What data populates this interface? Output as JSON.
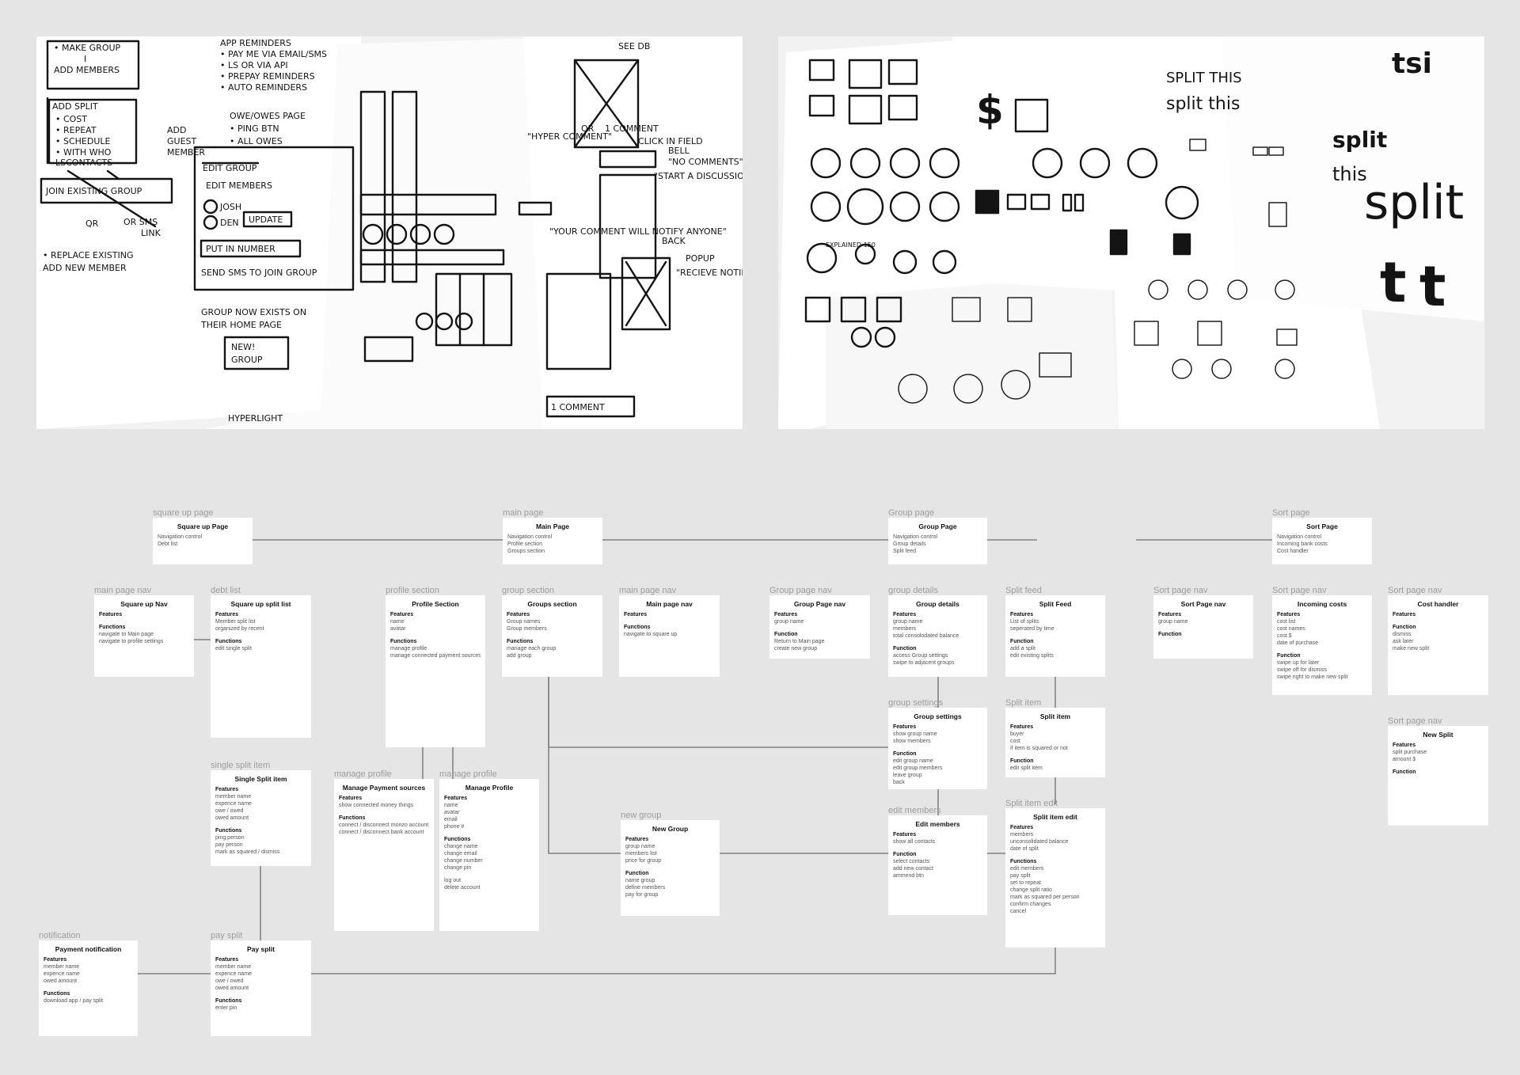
{
  "sketches": {
    "wireframes": {
      "notes": [
        "• MAKE GROUP",
        "I",
        "ADD MEMBERS",
        "APP REMINDERS",
        "• PAY ME VIA EMAIL/SMS",
        "• LS OR VIA API",
        "• PREPAY REMINDERS",
        "• AUTO REMINDERS",
        "ADD SPLIT",
        "• COST",
        "• REPEAT",
        "• SCHEDULE",
        "• WITH WHO",
        "LSCONTACTS",
        "ADD",
        "GUEST",
        "MEMBER",
        "OWE/OWES PAGE",
        "• PING BTN",
        "• ALL OWES",
        "JOIN EXISTING GROUP",
        "QR",
        "OR SMS",
        "LINK",
        "• REPLACE EXISTING",
        "ADD NEW MEMBER",
        "EDIT GROUP",
        "EDIT MEMBERS",
        "JOSH",
        "DEN",
        "UPDATE",
        "PUT IN NUMBER",
        "SEND SMS TO JOIN GROUP",
        "GROUP NOW EXISTS ON",
        "THEIR HOME PAGE",
        "NEW!",
        "GROUP",
        "HYPERLIGHT",
        "SEE DB",
        "\"HYPER COMMENT\"",
        "OR",
        "1 COMMENT",
        "CLICK IN FIELD",
        "BELL",
        "\"NO COMMENTS\"",
        "\"START A DISCUSSION OR GIVE FEEDBACK\"",
        "\"YOUR COMMENT WILL NOTIFY ANYONE\"",
        "BACK",
        "POPUP",
        "\"RECIEVE NOTIFICATIONS WHEN ANYONE COMMENTS ON THIS\"",
        "1 COMMENT"
      ]
    },
    "logos": {
      "notes": [
        "SPLIT THIS",
        "split this",
        "tsi",
        "split",
        "this",
        "split",
        "EXPLAINED 150"
      ]
    }
  },
  "sitemap": {
    "nodes": [
      {
        "id": "square_up_page",
        "label": "square up page",
        "title": "Square up Page",
        "lines": [
          "Navigation control",
          "Debt list"
        ]
      },
      {
        "id": "main_page",
        "label": "main page",
        "title": "Main Page",
        "lines": [
          "Navigation control",
          "Profile section",
          "Groups section"
        ]
      },
      {
        "id": "group_page",
        "label": "Group page",
        "title": "Group Page",
        "lines": [
          "Navigation control",
          "Group details",
          "Split feed"
        ]
      },
      {
        "id": "sort_page",
        "label": "Sort page",
        "title": "Sort Page",
        "lines": [
          "Navigation control",
          "Incoming bank costs",
          "Cost handler"
        ]
      },
      {
        "id": "square_up_nav",
        "label": "main page nav",
        "title": "Square up Nav",
        "sections": [
          {
            "h": "Features",
            "items": []
          },
          {
            "h": "Functions",
            "items": [
              "navigate to Main page",
              "navigate to profile settings"
            ]
          }
        ]
      },
      {
        "id": "square_up_split_list",
        "label": "debt list",
        "title": "Square up split list",
        "sections": [
          {
            "h": "Features",
            "items": [
              "Member split list",
              "organized by recent"
            ]
          },
          {
            "h": "Functions",
            "items": [
              "edit single split"
            ]
          }
        ]
      },
      {
        "id": "profile_section",
        "label": "profile section",
        "title": "Profile Section",
        "sections": [
          {
            "h": "Features",
            "items": [
              "name",
              "avatar"
            ]
          },
          {
            "h": "Functions",
            "items": [
              "manage profile",
              "manage connected payment sources"
            ]
          }
        ]
      },
      {
        "id": "groups_section",
        "label": "group section",
        "title": "Groups section",
        "sections": [
          {
            "h": "Features",
            "items": [
              "Group names",
              "Group members"
            ]
          },
          {
            "h": "Functions",
            "items": [
              "manage each group",
              "add group"
            ]
          }
        ]
      },
      {
        "id": "main_page_nav",
        "label": "main page nav",
        "title": "Main page nav",
        "sections": [
          {
            "h": "Features",
            "items": []
          },
          {
            "h": "Functions",
            "items": [
              "navigate to square up"
            ]
          }
        ]
      },
      {
        "id": "group_page_nav",
        "label": "Group page nav",
        "title": "Group Page nav",
        "sections": [
          {
            "h": "Features",
            "items": [
              "group name"
            ]
          },
          {
            "h": "Function",
            "items": [
              "Return to Main page",
              "create new group"
            ]
          }
        ]
      },
      {
        "id": "group_details",
        "label": "group details",
        "title": "Group details",
        "sections": [
          {
            "h": "Features",
            "items": [
              "group name",
              "members",
              "total consolodated balance"
            ]
          },
          {
            "h": "Function",
            "items": [
              "access Group settings",
              "swipe to adjacent groups"
            ]
          }
        ]
      },
      {
        "id": "split_feed",
        "label": "Split feed",
        "title": "Split Feed",
        "sections": [
          {
            "h": "Features",
            "items": [
              "List of splits",
              "seperated by time"
            ]
          },
          {
            "h": "Function",
            "items": [
              "add a split",
              "edit existing splits"
            ]
          }
        ]
      },
      {
        "id": "sort_page_nav",
        "label": "Sort page nav",
        "title": "Sort Page nav",
        "sections": [
          {
            "h": "Features",
            "items": [
              "group name"
            ]
          },
          {
            "h": "Function",
            "items": []
          }
        ]
      },
      {
        "id": "incoming_costs",
        "label": "Sort page nav",
        "title": "Incoming costs",
        "sections": [
          {
            "h": "Features",
            "items": [
              "cost list",
              "cost names",
              "cost $",
              "date of purchase"
            ]
          },
          {
            "h": "Function",
            "items": [
              "swipe up for later",
              "swipe off for dismiss",
              "swipe right to make new split"
            ]
          }
        ]
      },
      {
        "id": "cost_handler",
        "label": "Sort page nav",
        "title": "Cost handler",
        "sections": [
          {
            "h": "Features",
            "items": []
          },
          {
            "h": "Function",
            "items": [
              "dismiss",
              "ask later",
              "make new split"
            ]
          }
        ]
      },
      {
        "id": "new_split",
        "label": "Sort page nav",
        "title": "New Split",
        "sections": [
          {
            "h": "Features",
            "items": [
              "split purchase",
              "amount $"
            ]
          },
          {
            "h": "Function",
            "items": []
          }
        ]
      },
      {
        "id": "single_split_item",
        "label": "single split item",
        "title": "Single Split item",
        "sections": [
          {
            "h": "Features",
            "items": [
              "member name",
              "expence name",
              "owe / owed",
              "owed amount"
            ]
          },
          {
            "h": "Functions",
            "items": [
              "ping person",
              "pay person",
              "mark as squared / dismiss"
            ]
          }
        ]
      },
      {
        "id": "manage_payment_sources",
        "label": "manage profile",
        "title": "Manage Payment sources",
        "sections": [
          {
            "h": "Features",
            "items": [
              "show connected money things"
            ]
          },
          {
            "h": "Functions",
            "items": [
              "connect / disconnect monzo account",
              "connect / disconnect bank account"
            ]
          }
        ]
      },
      {
        "id": "manage_profile",
        "label": "manage profile",
        "title": "Manage Profile",
        "sections": [
          {
            "h": "Features",
            "items": [
              "name",
              "avatar",
              "email",
              "phone #"
            ]
          },
          {
            "h": "Functions",
            "items": [
              "change name",
              "change email",
              "change number",
              "change pin"
            ]
          },
          {
            "h": "",
            "items": [
              "log out",
              "delete account"
            ]
          }
        ]
      },
      {
        "id": "new_group",
        "label": "new group",
        "title": "New Group",
        "sections": [
          {
            "h": "Features",
            "items": [
              "group name",
              "members list",
              "price for group"
            ]
          },
          {
            "h": "Function",
            "items": [
              "name group",
              "define members",
              "pay for group"
            ]
          }
        ]
      },
      {
        "id": "group_settings",
        "label": "group settings",
        "title": "Group settings",
        "sections": [
          {
            "h": "Features",
            "items": [
              "show group name",
              "show members"
            ]
          },
          {
            "h": "Function",
            "items": [
              "edit group name",
              "edit group members",
              "leave group",
              "back"
            ]
          }
        ]
      },
      {
        "id": "split_item",
        "label": "Split item",
        "title": "Split item",
        "sections": [
          {
            "h": "Features",
            "items": [
              "buyer",
              "cost",
              "if item is squared or not"
            ]
          },
          {
            "h": "Function",
            "items": [
              "edit split item"
            ]
          }
        ]
      },
      {
        "id": "edit_members",
        "label": "edit members",
        "title": "Edit members",
        "sections": [
          {
            "h": "Features",
            "items": [
              "show all contacts"
            ]
          },
          {
            "h": "Function",
            "items": [
              "select contacts",
              "add new contact",
              "ammend btn"
            ]
          }
        ]
      },
      {
        "id": "split_item_edit",
        "label": "Split item edit",
        "title": "Split item edit",
        "sections": [
          {
            "h": "Features",
            "items": [
              "members",
              "unconsolidated balance",
              "date of split"
            ]
          },
          {
            "h": "Functions",
            "items": [
              "edit members",
              "pay split",
              "set to repeat",
              "change split ratio",
              "mark as squared per person",
              "confirm changes",
              "cancel"
            ]
          }
        ]
      },
      {
        "id": "payment_notification",
        "label": "notification",
        "title": "Payment notification",
        "sections": [
          {
            "h": "Features",
            "items": [
              "member name",
              "expence name",
              "owed amount"
            ]
          },
          {
            "h": "Functions",
            "items": [
              "download app / pay split"
            ]
          }
        ]
      },
      {
        "id": "pay_split",
        "label": "pay split",
        "title": "Pay split",
        "sections": [
          {
            "h": "Features",
            "items": [
              "member name",
              "expence name",
              "owe / owed",
              "owed amount"
            ]
          },
          {
            "h": "Functions",
            "items": [
              "enter pin"
            ]
          }
        ]
      }
    ]
  }
}
